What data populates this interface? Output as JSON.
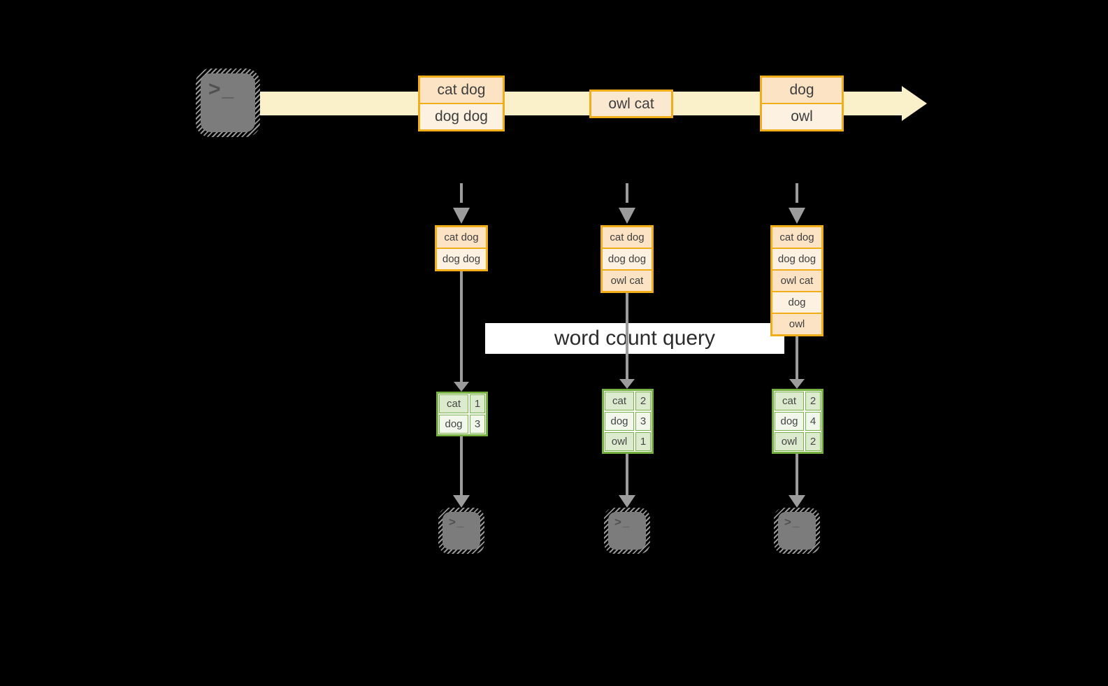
{
  "diagram": {
    "query_label": "word count query",
    "terminal_glyph": ">_"
  },
  "icons": {
    "source": "terminal-icon",
    "sink": "terminal-icon"
  },
  "timeline": {
    "batches": [
      {
        "rows": [
          "cat dog",
          "dog dog"
        ]
      },
      {
        "rows": [
          "owl cat"
        ]
      },
      {
        "rows": [
          "dog",
          "owl"
        ]
      }
    ]
  },
  "columns": [
    {
      "state_rows": [
        "cat dog",
        "dog dog"
      ],
      "counts": [
        {
          "word": "cat",
          "count": "1"
        },
        {
          "word": "dog",
          "count": "3"
        }
      ]
    },
    {
      "state_rows": [
        "cat dog",
        "dog dog",
        "owl cat"
      ],
      "counts": [
        {
          "word": "cat",
          "count": "2"
        },
        {
          "word": "dog",
          "count": "3"
        },
        {
          "word": "owl",
          "count": "1"
        }
      ]
    },
    {
      "state_rows": [
        "cat dog",
        "dog dog",
        "owl cat",
        "dog",
        "owl"
      ],
      "counts": [
        {
          "word": "cat",
          "count": "2"
        },
        {
          "word": "dog",
          "count": "4"
        },
        {
          "word": "owl",
          "count": "2"
        }
      ]
    }
  ],
  "colors": {
    "background": "#000000",
    "timeline_band": "#FAF0CA",
    "box_border_gold": "#F0AF1A",
    "cell_peach": "#FBE3C4",
    "cell_cream": "#FDF2E2",
    "table_border_green": "#76B041",
    "table_cell_green_a": "#DCEACE",
    "table_cell_green_b": "#F2F7EC",
    "arrow_gray": "#9C9C9C",
    "terminal_gray": "#7C7C7C"
  }
}
